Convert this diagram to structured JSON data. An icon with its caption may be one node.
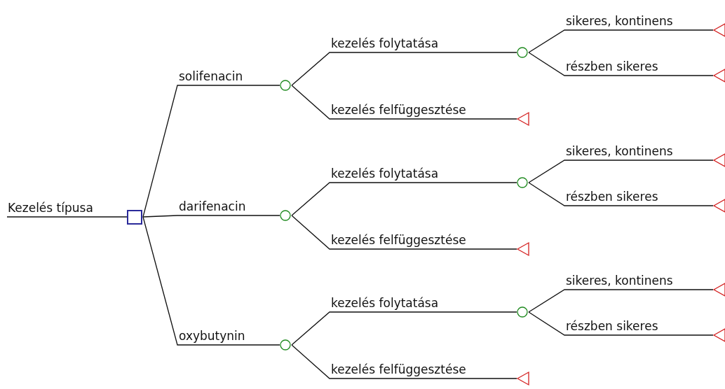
{
  "diagram": {
    "nodes": [
      {
        "text": [],
        "shape": "box"
      },
      {
        "text": [],
        "shape": "circle"
      },
      {
        "text": [],
        "shape": "circle"
      },
      {
        "text": [],
        "shape": "triangle"
      },
      {
        "text": [],
        "shape": "triangle"
      },
      {
        "text": [],
        "shape": "triangle"
      },
      {
        "text": [],
        "shape": "circle"
      },
      {
        "text": [],
        "shape": "circle"
      },
      {
        "text": [],
        "shape": "triangle"
      },
      {
        "text": [],
        "shape": "triangle"
      },
      {
        "text": [],
        "shape": "triangle"
      },
      {
        "text": [],
        "shape": "circle"
      },
      {
        "text": [],
        "shape": "circle"
      },
      {
        "text": [],
        "shape": "triangle"
      },
      {
        "text": [],
        "shape": "triangle"
      },
      {
        "text": [],
        "shape": "triangle"
      }
    ],
    "edges": [
      {
        "from": null,
        "to": 0,
        "arrow": "none",
        "label": "Kezelés típusa"
      },
      {
        "from": 0,
        "to": 1,
        "arrow": "none",
        "label": "solifenacin"
      },
      {
        "from": 1,
        "to": 2,
        "arrow": "none",
        "label": "kezelés folytatása"
      },
      {
        "from": 2,
        "to": 3,
        "arrow": "none",
        "label": "sikeres, kontinens"
      },
      {
        "from": 2,
        "to": 4,
        "arrow": "none",
        "label": "részben sikeres"
      },
      {
        "from": 1,
        "to": 5,
        "arrow": "none",
        "label": "kezelés felfüggesztése"
      },
      {
        "from": 0,
        "to": 6,
        "arrow": "none",
        "label": "darifenacin"
      },
      {
        "from": 6,
        "to": 7,
        "arrow": "none",
        "label": "kezelés folytatása"
      },
      {
        "from": 7,
        "to": 8,
        "arrow": "none",
        "label": "sikeres, kontinens"
      },
      {
        "from": 7,
        "to": 9,
        "arrow": "none",
        "label": "részben sikeres"
      },
      {
        "from": 6,
        "to": 10,
        "arrow": "none",
        "label": "kezelés felfüggesztése"
      },
      {
        "from": 0,
        "to": 11,
        "arrow": "none",
        "label": "oxybutynin"
      },
      {
        "from": 11,
        "to": 12,
        "arrow": "none",
        "label": "kezelés folytatása"
      },
      {
        "from": 12,
        "to": 13,
        "arrow": "none",
        "label": "sikeres, kontinens"
      },
      {
        "from": 12,
        "to": 14,
        "arrow": "none",
        "label": "részben sikeres"
      },
      {
        "from": 11,
        "to": 15,
        "arrow": "none",
        "label": "kezelés felfüggesztése"
      }
    ]
  }
}
